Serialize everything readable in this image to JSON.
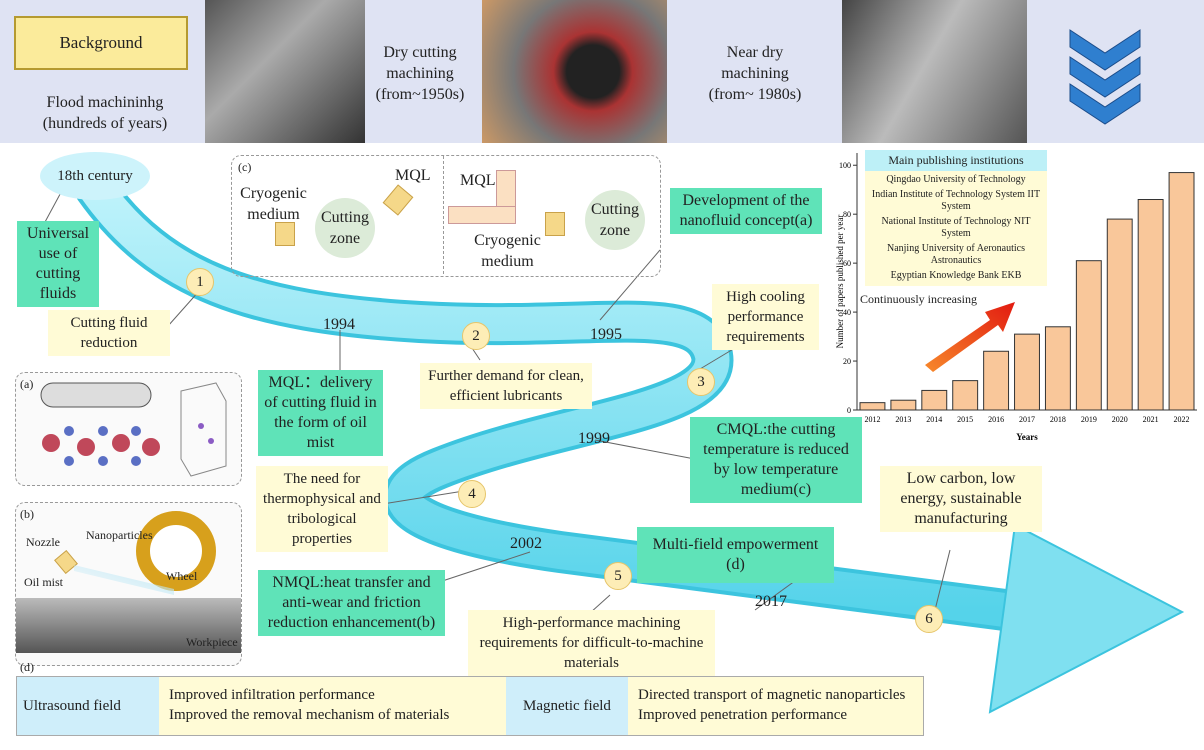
{
  "header": {
    "background_label": "Background",
    "flood": "Flood machininhg\n(hundreds of years)",
    "dry": "Dry cutting\nmachining\n(from~1950s)",
    "near_dry": "Near dry\nmachining\n(from~ 1980s)"
  },
  "timeline": {
    "start": "18th century",
    "universal": "Universal use of cutting fluids",
    "steps": [
      {
        "n": "1",
        "label": "Cutting fluid reduction"
      },
      {
        "n": "2",
        "label": "Further demand for clean, efficient lubricants"
      },
      {
        "n": "3",
        "label": "High cooling performance requirements"
      },
      {
        "n": "4",
        "label": "The need for thermophysical and tribological properties"
      },
      {
        "n": "5",
        "label": "High-performance machining requirements for difficult-to-machine materials"
      },
      {
        "n": "6",
        "label": "Low carbon, low energy, sustainable manufacturing"
      }
    ],
    "years": [
      "1994",
      "1995",
      "1999",
      "2002",
      "2017"
    ],
    "mql": "MQL：delivery of cutting fluid in the form of oil mist",
    "nanofluid": "Development of the nanofluid concept(a)",
    "cmql": "CMQL:the cutting temperature is reduced by low temperature medium(c)",
    "multi": "Multi-field empowerment (d)",
    "nmql": "NMQL:heat transfer and anti-wear and friction reduction enhancement(b)"
  },
  "panel_c": {
    "tag": "(c)",
    "cryo": "Cryogenic medium",
    "mql": "MQL",
    "zone": "Cutting zone",
    "mql2": "MQL",
    "cryo2": "Cryogenic medium",
    "zone2": "Cutting zone"
  },
  "panel_a": {
    "tag": "(a)"
  },
  "panel_b": {
    "tag": "(b)",
    "nozzle": "Nozzle",
    "nano": "Nanoparticles",
    "oil": "Oil mist",
    "wheel": "Wheel",
    "work": "Workpiece"
  },
  "panel_d": {
    "tag": "(d)",
    "ultra": "Ultrasound field",
    "ultra_1": "Improved infiltration performance",
    "ultra_2": "Improved the removal mechanism of materials",
    "mag": "Magnetic field",
    "mag_1": "Directed transport of magnetic nanoparticles",
    "mag_2": "Improved penetration performance"
  },
  "chart_data": {
    "type": "bar",
    "categories": [
      "2012",
      "2013",
      "2014",
      "2015",
      "2016",
      "2017",
      "2018",
      "2019",
      "2020",
      "2021",
      "2022"
    ],
    "values": [
      3,
      4,
      8,
      12,
      24,
      31,
      34,
      61,
      78,
      86,
      97
    ],
    "xlabel": "Years",
    "ylabel": "Number of papers published per year",
    "ylim": [
      0,
      105
    ],
    "yticks": [
      "0",
      "20",
      "40",
      "60",
      "80",
      "100"
    ],
    "bar_color": "#f9c79a",
    "inst_title": "Main publishing institutions",
    "institutions": [
      "Qingdao University of Technology",
      "Indian Institute of Technology System IIT System",
      "National Institute of Technology NIT System",
      "Nanjing University of Aeronautics Astronautics",
      "Egyptian Knowledge Bank EKB"
    ],
    "annotation": "Continuously increasing"
  }
}
